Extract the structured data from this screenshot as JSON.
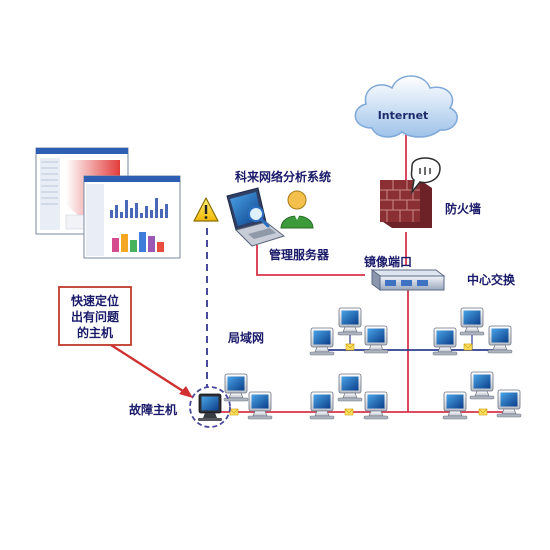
{
  "labels": {
    "internet": "Internet",
    "analysis_system": "科来网络分析系统",
    "firewall": "防火墙",
    "management_server": "管理服务器",
    "mirror_port": "镜像端口",
    "core_switch": "中心交换",
    "lan": "局域网",
    "callout": [
      "快速定位",
      "出有问题",
      "的主机"
    ],
    "faulty_host": "故障主机"
  },
  "colors": {
    "link_red": "#d9334b",
    "trunk_blue": "#2c3d8f",
    "mgmt_dashed": "#4a4a9a",
    "callout_border": "#c0392b",
    "label_text": "#1a1a6a",
    "cloud": "#cde0f6",
    "firewall_brick": "#8a2f33"
  },
  "icons": {
    "cloud": "internet-cloud-icon",
    "firewall": "firewall-brick-icon",
    "switch": "switch-icon",
    "laptop": "laptop-icon",
    "user": "user-icon",
    "warning": "warning-icon",
    "monitor": "monitor-icon"
  }
}
